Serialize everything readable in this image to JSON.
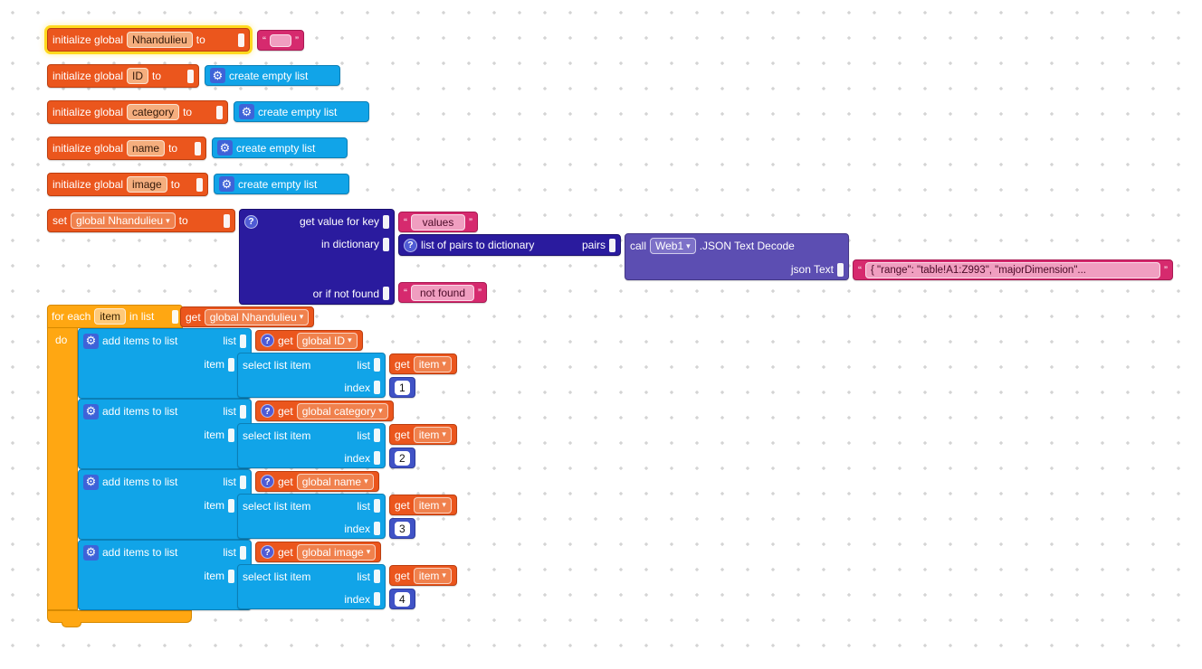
{
  "workspace": {
    "type": "blocks-editor-canvas"
  },
  "labels": {
    "initialize_global": "initialize global",
    "to": "to",
    "create_empty_list": "create empty list",
    "set": "set",
    "get": "get",
    "get_value_for_key": "get value for key",
    "in_dictionary": "in dictionary",
    "or_if_not_found": "or if not found",
    "list_of_pairs_to_dictionary": "list of pairs to dictionary",
    "pairs": "pairs",
    "call": "call",
    "json_text_decode": ".JSON Text Decode",
    "json_text": "json Text",
    "for_each": "for each",
    "in_list": "in list",
    "do": "do",
    "add_items_to_list": "add items to list",
    "list": "list",
    "item": "item",
    "select_list_item": "select list item",
    "index": "index",
    "open_quote": "“",
    "close_quote": "”",
    "dropdown_arrow": "▾",
    "gear": "⚙",
    "help": "?"
  },
  "globals": {
    "g1": "Nhandulieu",
    "g2": "ID",
    "g3": "category",
    "g4": "name",
    "g5": "image"
  },
  "dropdowns": {
    "global_nhandulieu": "global Nhandulieu",
    "web1": "Web1",
    "item": "item",
    "global_id": "global ID",
    "global_category": "global category",
    "global_name": "global name",
    "global_image": "global image"
  },
  "texts": {
    "empty": "",
    "values": "values",
    "not_found": "not found",
    "json_payload": "{  \"range\": \"table!A1:Z993\",  \"majorDimension\"..."
  },
  "numbers": {
    "i1": "1",
    "i2": "2",
    "i3": "3",
    "i4": "4"
  },
  "colors": {
    "variables_orange": "#EB561D",
    "lists_cyan": "#11A4E8",
    "control_gold": "#FFA712",
    "dictionaries_indigo": "#2A1B9E",
    "text_pink": "#D62A6E",
    "component_purple": "#5C4EB2",
    "math_blue": "#4053C6",
    "mutator_blue": "#3E63D8",
    "selection_yellow": "#FFD91F"
  }
}
